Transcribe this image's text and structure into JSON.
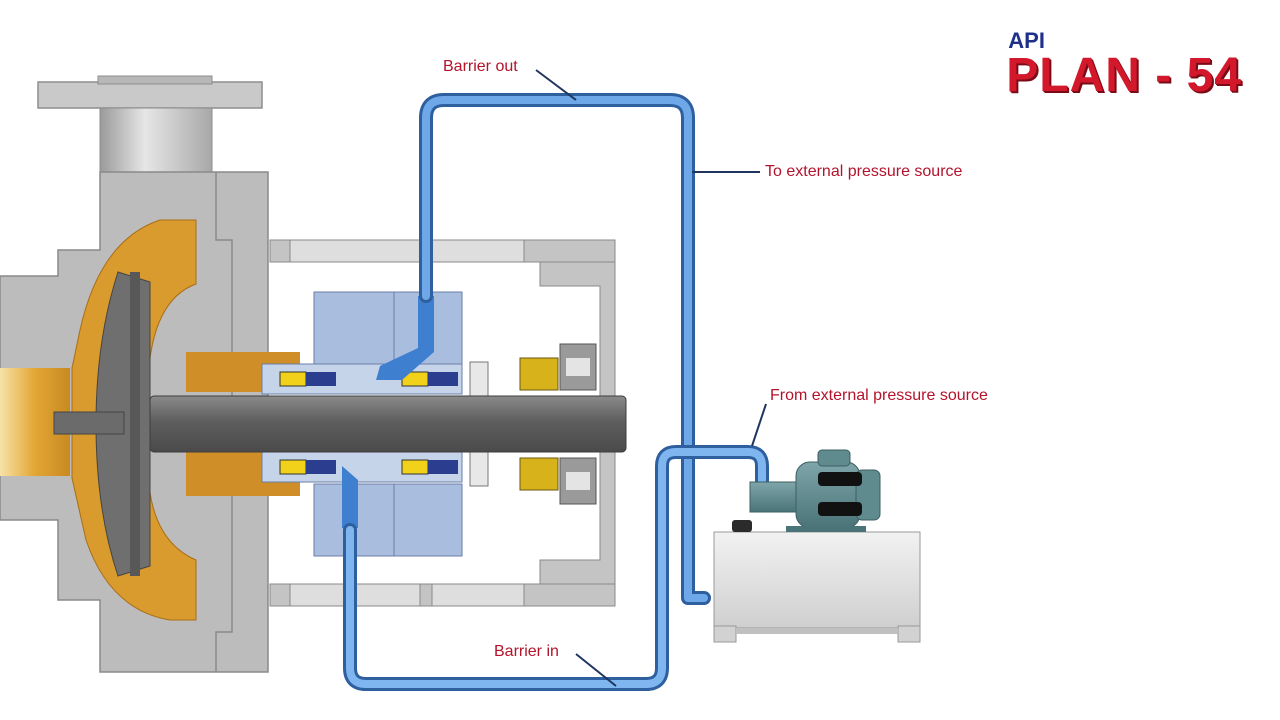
{
  "title": {
    "api": "API",
    "plan": "PLAN - 54"
  },
  "labels": {
    "barrier_out": "Barrier out",
    "to_external": "To external pressure source",
    "from_external": "From external pressure source",
    "barrier_in": "Barrier in"
  },
  "colors": {
    "title_api": "#1f2f8c",
    "title_plan": "#d4182c",
    "label_text": "#b3132b",
    "barrier_pipe": "#3a78c8",
    "casing": "#bdbdbd",
    "process_fluid": "#e0a030",
    "seal_gland": "#a9bedf",
    "shaft": "#6e6e6e",
    "pump_unit": "#5f8a8e"
  }
}
